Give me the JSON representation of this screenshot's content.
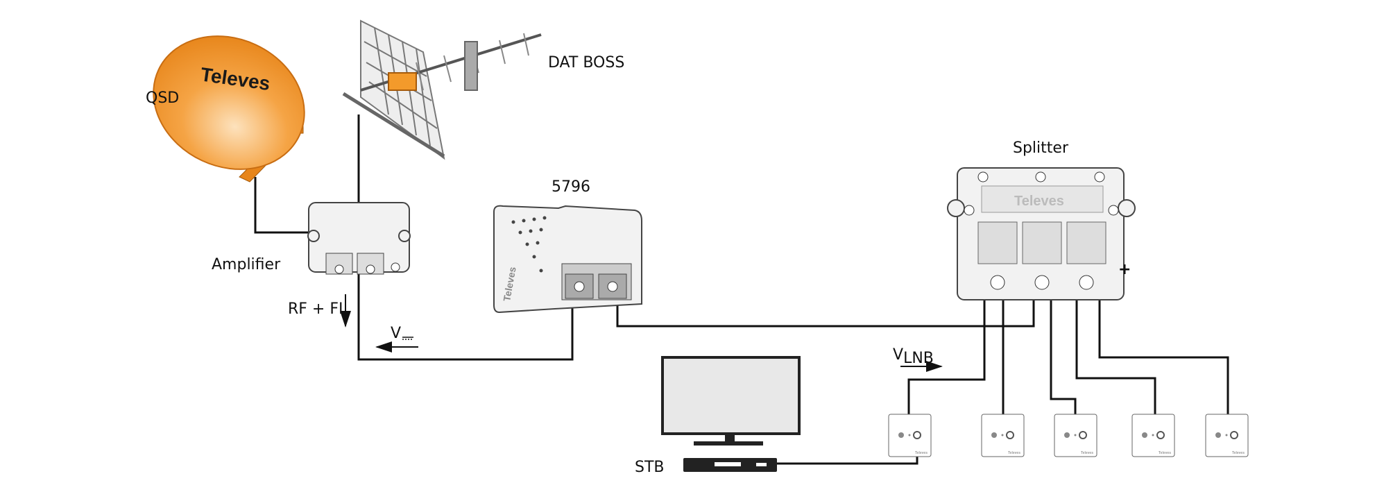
{
  "labels": {
    "dish": "QSD",
    "antenna": "DAT BOSS",
    "amplifier": "Amplifier",
    "power_supply": "5796",
    "splitter": "Splitter",
    "signal": "RF + FI",
    "voltage_dc": "V",
    "vlnb_v": "V",
    "vlnb_sub": "LNB",
    "stb": "STB"
  },
  "logos": {
    "brand": "Televes"
  },
  "colors": {
    "dish_orange": "#f39a2b",
    "wire": "#111111",
    "device_gray": "#f2f2f2"
  }
}
